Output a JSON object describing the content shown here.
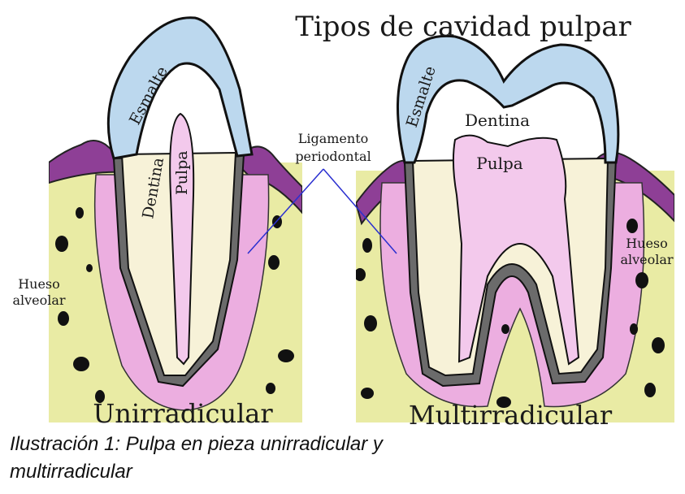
{
  "title": "Tipos de cavidad pulpar",
  "caption": {
    "line1": "Ilustración 1: Pulpa en pieza unirradicular y",
    "line2": "multirradicular"
  },
  "left_tooth": {
    "enamel_label": "Esmalte",
    "dentin_label": "Dentina",
    "pulp_label": "Pulpa",
    "bone_label_line1": "Hueso",
    "bone_label_line2": "alveolar",
    "type_label": "Unirradicular"
  },
  "right_tooth": {
    "enamel_label": "Esmalte",
    "dentin_label": "Dentina",
    "pulp_label": "Pulpa",
    "bone_label_line1": "Hueso",
    "bone_label_line2": "alveolar",
    "type_label": "Multirradicular"
  },
  "ligament_label": {
    "line1": "Ligamento",
    "line2": "periodontal"
  },
  "colors": {
    "enamel": "#bcd8ee",
    "dentin": "#f7f2d8",
    "pulp": "#f3c9ec",
    "bone": "#e9eba4",
    "ligament": "#ecaee0",
    "gum": "#8e3f96",
    "cementum": "#6b6b6b",
    "pointer": "#2a2fd0"
  }
}
